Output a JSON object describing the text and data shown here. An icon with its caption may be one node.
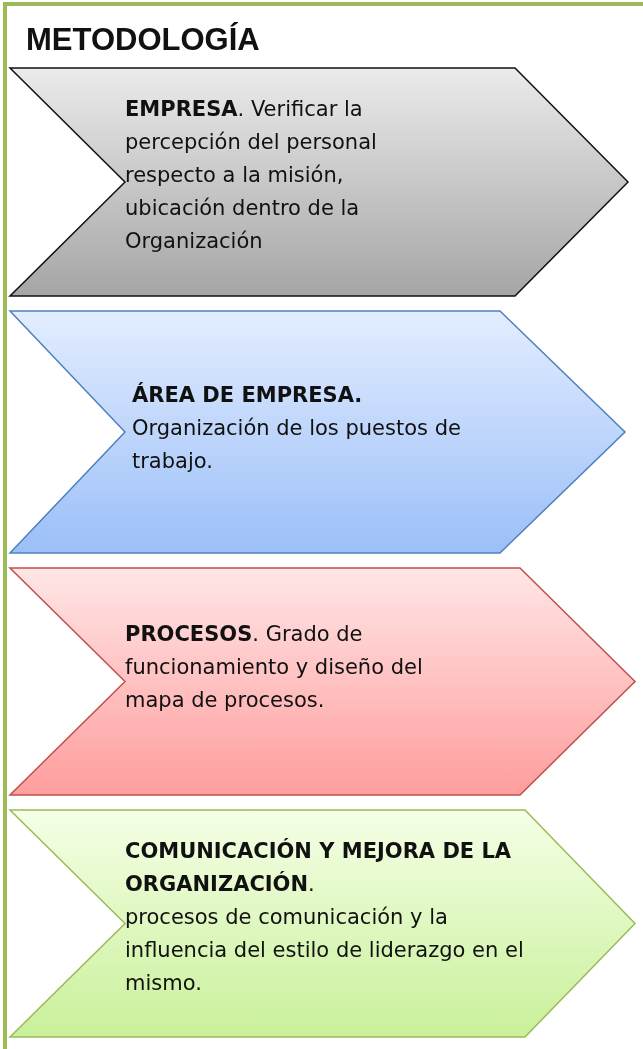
{
  "diagram": {
    "title": "METODOLOGÍA",
    "nodes": [
      {
        "text": [
          "**EMPRESA**. Verificar la percepción del personal respecto a la misión, ubicación dentro de la Organización"
        ]
      },
      {
        "text": [
          "**ÁREA DE EMPRESA.** Organización de los puestos de trabajo."
        ]
      },
      {
        "text": [
          "**PROCESOS**. Grado de funcionamiento y diseño del mapa de procesos."
        ]
      },
      {
        "text": [
          "**COMUNICACIÓN Y MEJORA DE LA ORGANIZACIÓN**.",
          "procesos de comunicación y la influencia del estilo de liderazgo en el mismo."
        ]
      }
    ]
  }
}
